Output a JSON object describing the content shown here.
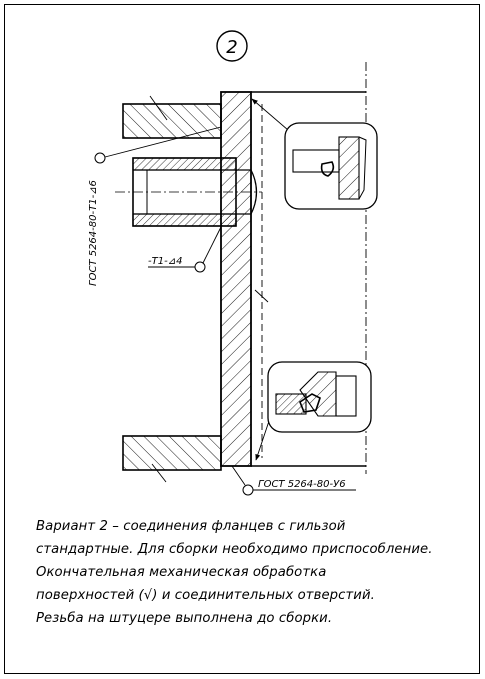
{
  "sheet": {
    "variant_number": "2",
    "labels": {
      "gost_vertical": "ГОСТ 5264-80-Т1-⊿6",
      "weld_t1": "-Т1-⊿4",
      "gost_bottom": "ГОСТ 5264-80-У6"
    },
    "caption_lines": [
      "Вариант 2 – соединения фланцев с гильзой",
      "стандартные. Для сборки необходимо приспособление.",
      "Окончательная механическая обработка",
      "поверхностей (√) и соединительных отверстий.",
      "Резьба на штуцере выполнена до сборки."
    ]
  }
}
